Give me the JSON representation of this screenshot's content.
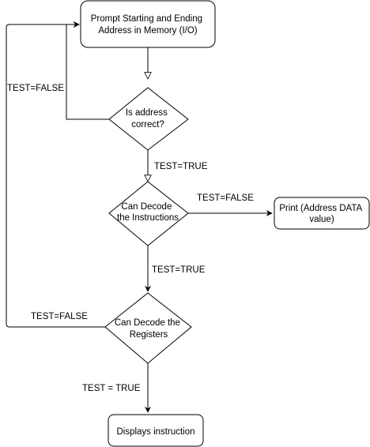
{
  "nodes": {
    "prompt": {
      "lines": [
        "Prompt Starting and Ending",
        "Address in Memory (I/O)"
      ]
    },
    "is_addr": {
      "lines": [
        "Is address",
        "correct?"
      ]
    },
    "decode_i": {
      "lines": [
        "Can Decode",
        "the Instructions"
      ]
    },
    "print": {
      "lines": [
        "Print (Address DATA",
        "value)"
      ]
    },
    "decode_r": {
      "lines": [
        "Can Decode the",
        "Registers"
      ]
    },
    "display": {
      "lines": [
        "Displays instruction"
      ]
    }
  },
  "edges": {
    "addr_false": "TEST=FALSE",
    "addr_true": "TEST=TRUE",
    "instr_false": "TEST=FALSE",
    "instr_true": "TEST=TRUE",
    "reg_false": "TEST=FALSE",
    "reg_true": "TEST = TRUE"
  },
  "colors": {
    "stroke": "#000000",
    "fill": "#ffffff"
  }
}
